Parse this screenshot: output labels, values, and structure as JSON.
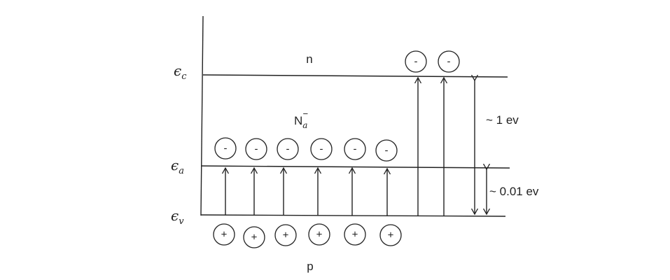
{
  "diagram": {
    "regions": {
      "n_label": "n",
      "p_label": "p"
    },
    "levels": {
      "conduction": {
        "symbol": "ϵ",
        "subscript": "c"
      },
      "acceptor": {
        "symbol": "ϵ",
        "subscript": "a"
      },
      "valence": {
        "symbol": "ϵ",
        "subscript": "v"
      }
    },
    "acceptor_ion": {
      "base": "N",
      "subscript": "a",
      "superscript": "−"
    },
    "gaps": {
      "band_gap": "~ 1 ev",
      "acceptor_gap": "~ 0.01 ev"
    },
    "signs": {
      "negative": "-",
      "positive": "+"
    },
    "counts": {
      "ionized_acceptors": 6,
      "holes": 6,
      "conduction_electrons": 2
    }
  }
}
